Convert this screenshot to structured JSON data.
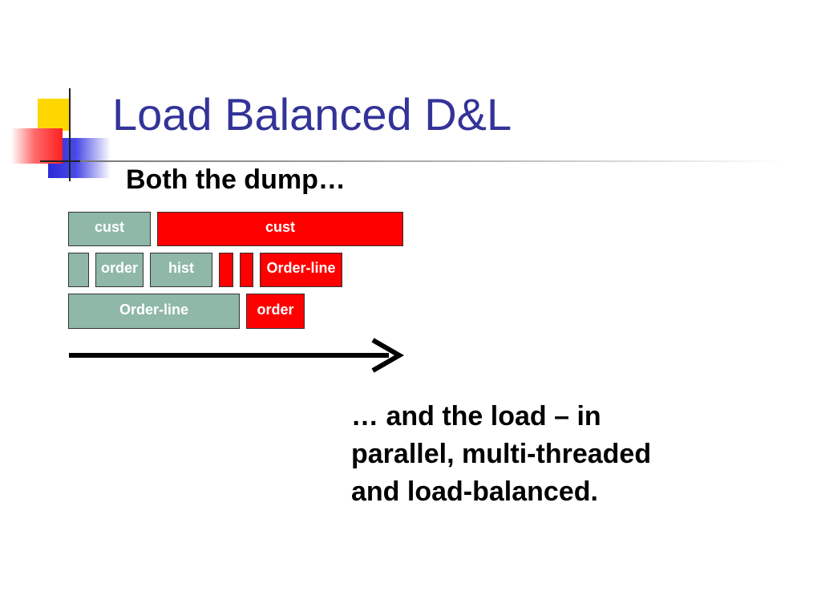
{
  "slide": {
    "title": "Load Balanced D&L",
    "subtitle": "Both the dump…",
    "body": "… and the load – in parallel, multi-threaded and load-balanced."
  },
  "diagram": {
    "colors": {
      "green": "#8fb8a8",
      "red": "#ff0000",
      "title": "#333399"
    },
    "rows": [
      {
        "bars": [
          {
            "label": "cust",
            "color": "green"
          },
          {
            "label": "cust",
            "color": "red"
          }
        ]
      },
      {
        "bars": [
          {
            "label": "",
            "color": "green"
          },
          {
            "label": "order",
            "color": "green"
          },
          {
            "label": "hist",
            "color": "green"
          },
          {
            "label": "",
            "color": "red"
          },
          {
            "label": "",
            "color": "red"
          },
          {
            "label": "Order-line",
            "color": "red"
          }
        ]
      },
      {
        "bars": [
          {
            "label": "Order-line",
            "color": "green"
          },
          {
            "label": "order",
            "color": "red"
          }
        ]
      }
    ]
  }
}
